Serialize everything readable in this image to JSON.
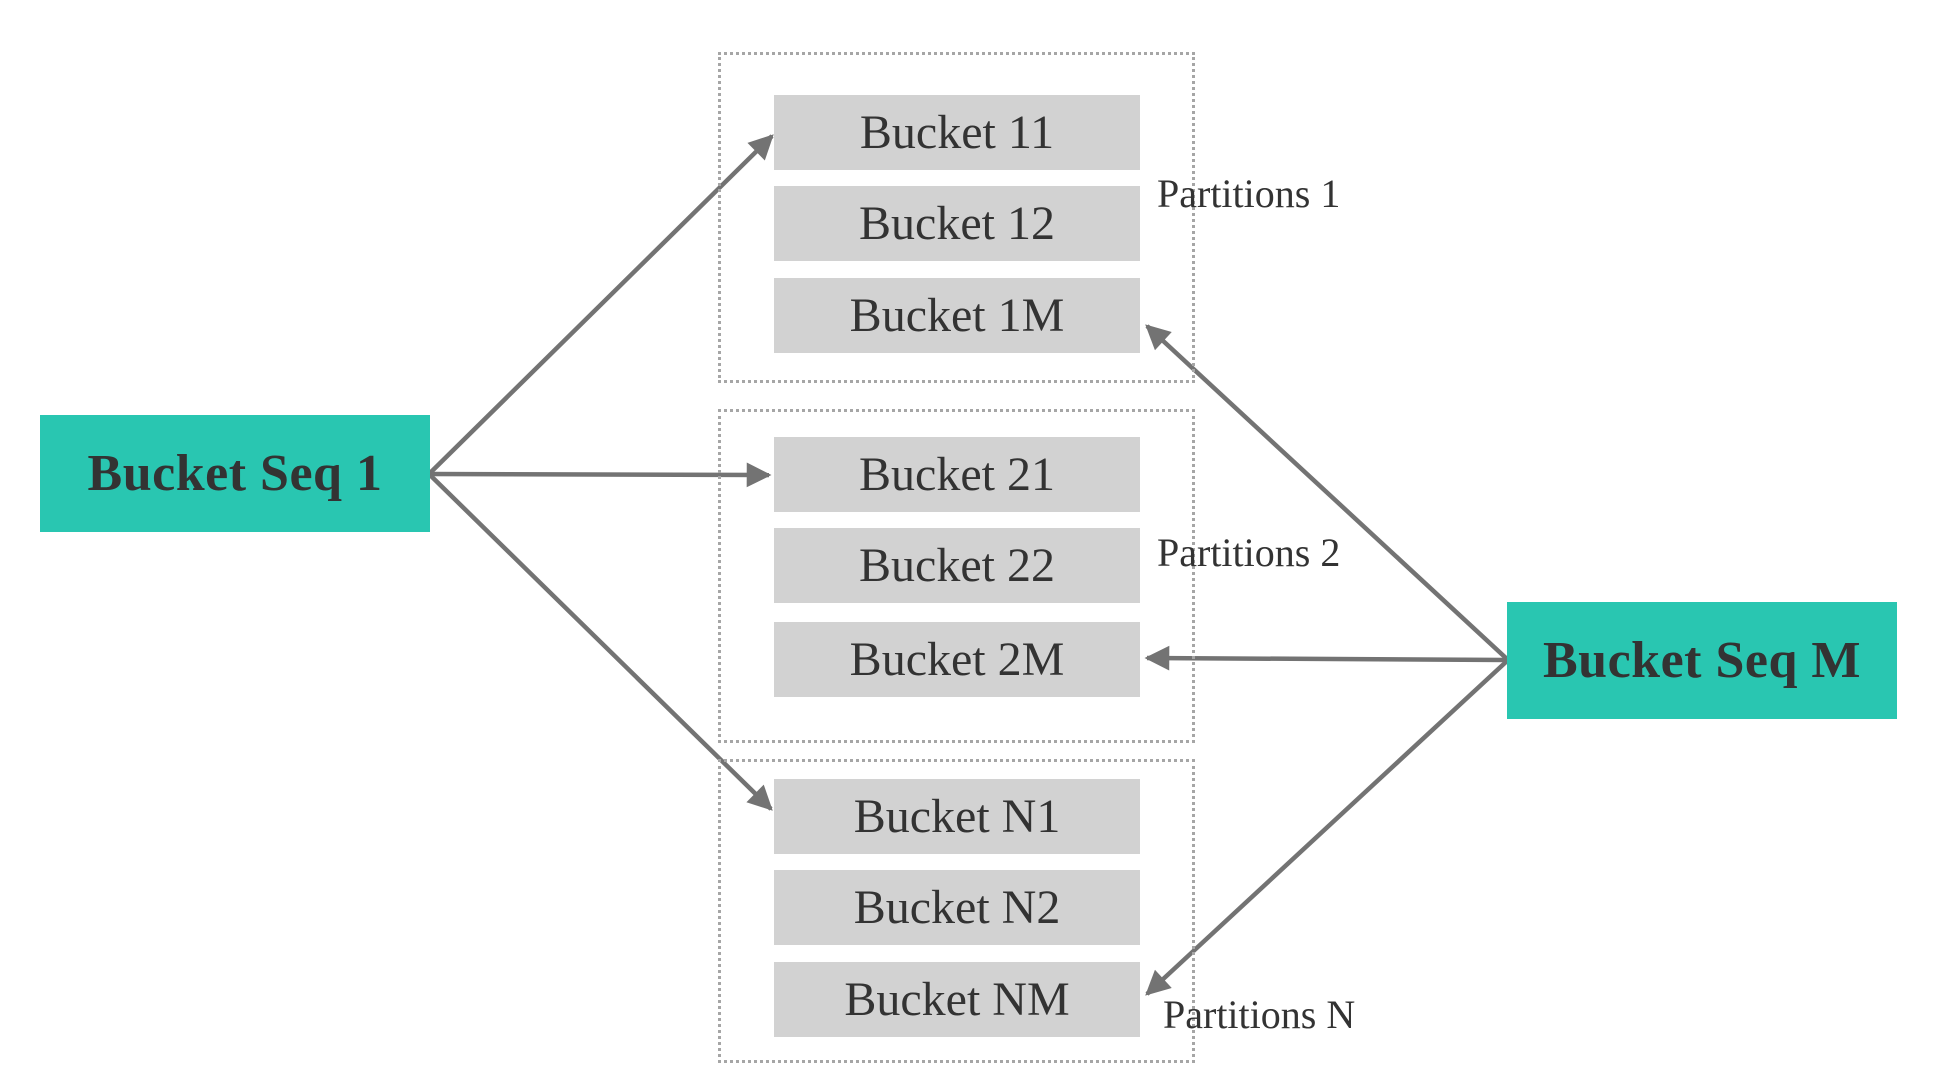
{
  "diagram": {
    "seq_nodes": [
      {
        "id": "seq-1",
        "label": "Bucket Seq 1"
      },
      {
        "id": "seq-m",
        "label": "Bucket Seq M"
      }
    ],
    "partitions": [
      {
        "label": "Partitions 1",
        "buckets": [
          "Bucket 11",
          "Bucket 12",
          "Bucket 1M"
        ]
      },
      {
        "label": "Partitions 2",
        "buckets": [
          "Bucket 21",
          "Bucket 22",
          "Bucket 2M"
        ]
      },
      {
        "label": "Partitions N",
        "buckets": [
          "Bucket N1",
          "Bucket N2",
          "Bucket NM"
        ]
      }
    ],
    "edges": [
      {
        "from": "Bucket Seq 1",
        "to": "Bucket 11"
      },
      {
        "from": "Bucket Seq 1",
        "to": "Bucket 21"
      },
      {
        "from": "Bucket Seq 1",
        "to": "Bucket N1"
      },
      {
        "from": "Bucket Seq M",
        "to": "Bucket 1M"
      },
      {
        "from": "Bucket Seq M",
        "to": "Bucket 2M"
      },
      {
        "from": "Bucket Seq M",
        "to": "Bucket NM"
      }
    ],
    "colors": {
      "seq_fill": "#29c6b1",
      "bucket_fill": "#d2d2d2",
      "arrow": "#737373",
      "border_dotted": "#a6a6a6",
      "text_dark": "#333333"
    }
  }
}
